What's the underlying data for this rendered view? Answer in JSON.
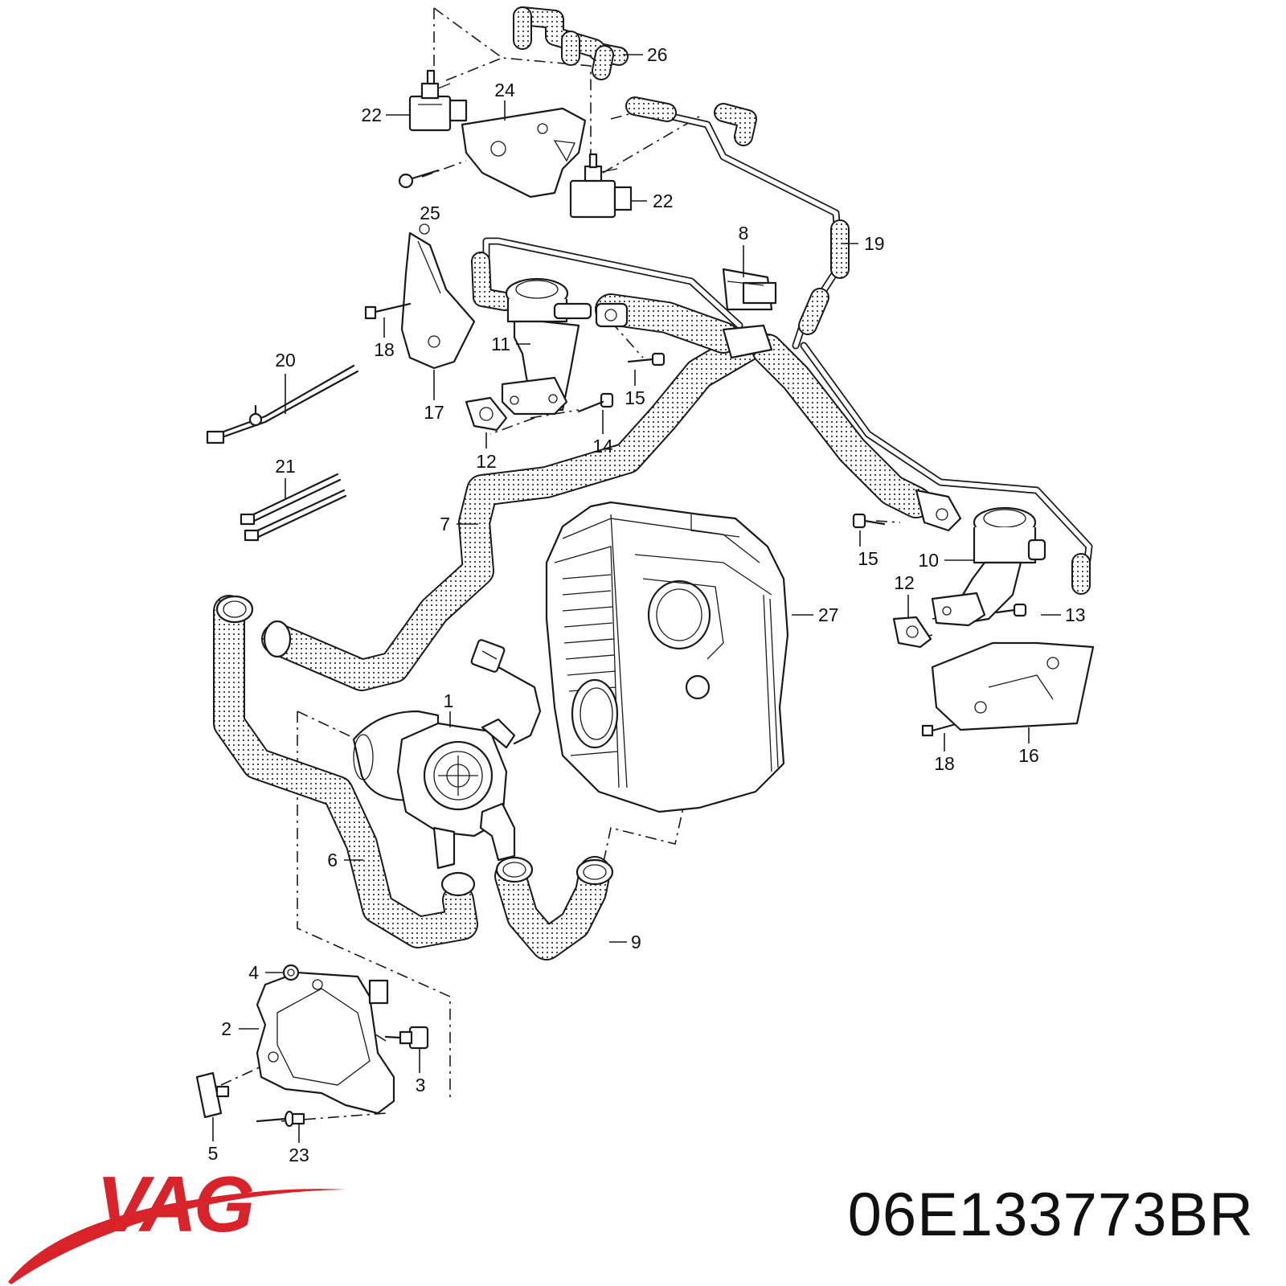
{
  "diagram": {
    "callouts": [
      {
        "id": "c1",
        "text": "1"
      },
      {
        "id": "c2",
        "text": "2"
      },
      {
        "id": "c3",
        "text": "3"
      },
      {
        "id": "c4",
        "text": "4"
      },
      {
        "id": "c5",
        "text": "5"
      },
      {
        "id": "c6",
        "text": "6"
      },
      {
        "id": "c7",
        "text": "7"
      },
      {
        "id": "c8",
        "text": "8"
      },
      {
        "id": "c9",
        "text": "9"
      },
      {
        "id": "c10",
        "text": "10"
      },
      {
        "id": "c11",
        "text": "11"
      },
      {
        "id": "c12a",
        "text": "12"
      },
      {
        "id": "c12b",
        "text": "12"
      },
      {
        "id": "c13",
        "text": "13"
      },
      {
        "id": "c14",
        "text": "14"
      },
      {
        "id": "c15a",
        "text": "15"
      },
      {
        "id": "c15b",
        "text": "15"
      },
      {
        "id": "c16",
        "text": "16"
      },
      {
        "id": "c17",
        "text": "17"
      },
      {
        "id": "c18a",
        "text": "18"
      },
      {
        "id": "c18b",
        "text": "18"
      },
      {
        "id": "c19",
        "text": "19"
      },
      {
        "id": "c20",
        "text": "20"
      },
      {
        "id": "c21",
        "text": "21"
      },
      {
        "id": "c22a",
        "text": "22"
      },
      {
        "id": "c22b",
        "text": "22"
      },
      {
        "id": "c23",
        "text": "23"
      },
      {
        "id": "c24",
        "text": "24"
      },
      {
        "id": "c25",
        "text": "25"
      },
      {
        "id": "c26",
        "text": "26"
      },
      {
        "id": "c27",
        "text": "27"
      }
    ]
  },
  "brand": {
    "logo_text": "VAG",
    "color": "#d8232a"
  },
  "part_number": "06E133773BR"
}
